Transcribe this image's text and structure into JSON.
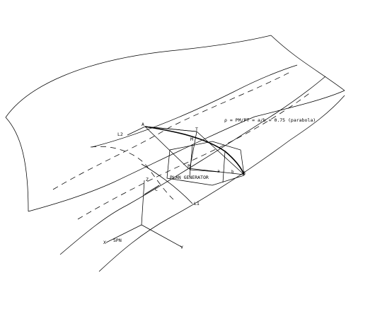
{
  "annotation": "ρ = PM/PT = a/b = 0.75 (parabola)",
  "labels": {
    "A": "A",
    "B": "B",
    "T": "T",
    "M": "M",
    "P": "P",
    "a": "a",
    "b": "b",
    "C": "C",
    "L1": "L1",
    "L2": "L2",
    "plan": "PLAN GENERATOR",
    "spn": "SPN",
    "X": "X",
    "Y": "Y",
    "Z": "Z"
  }
}
